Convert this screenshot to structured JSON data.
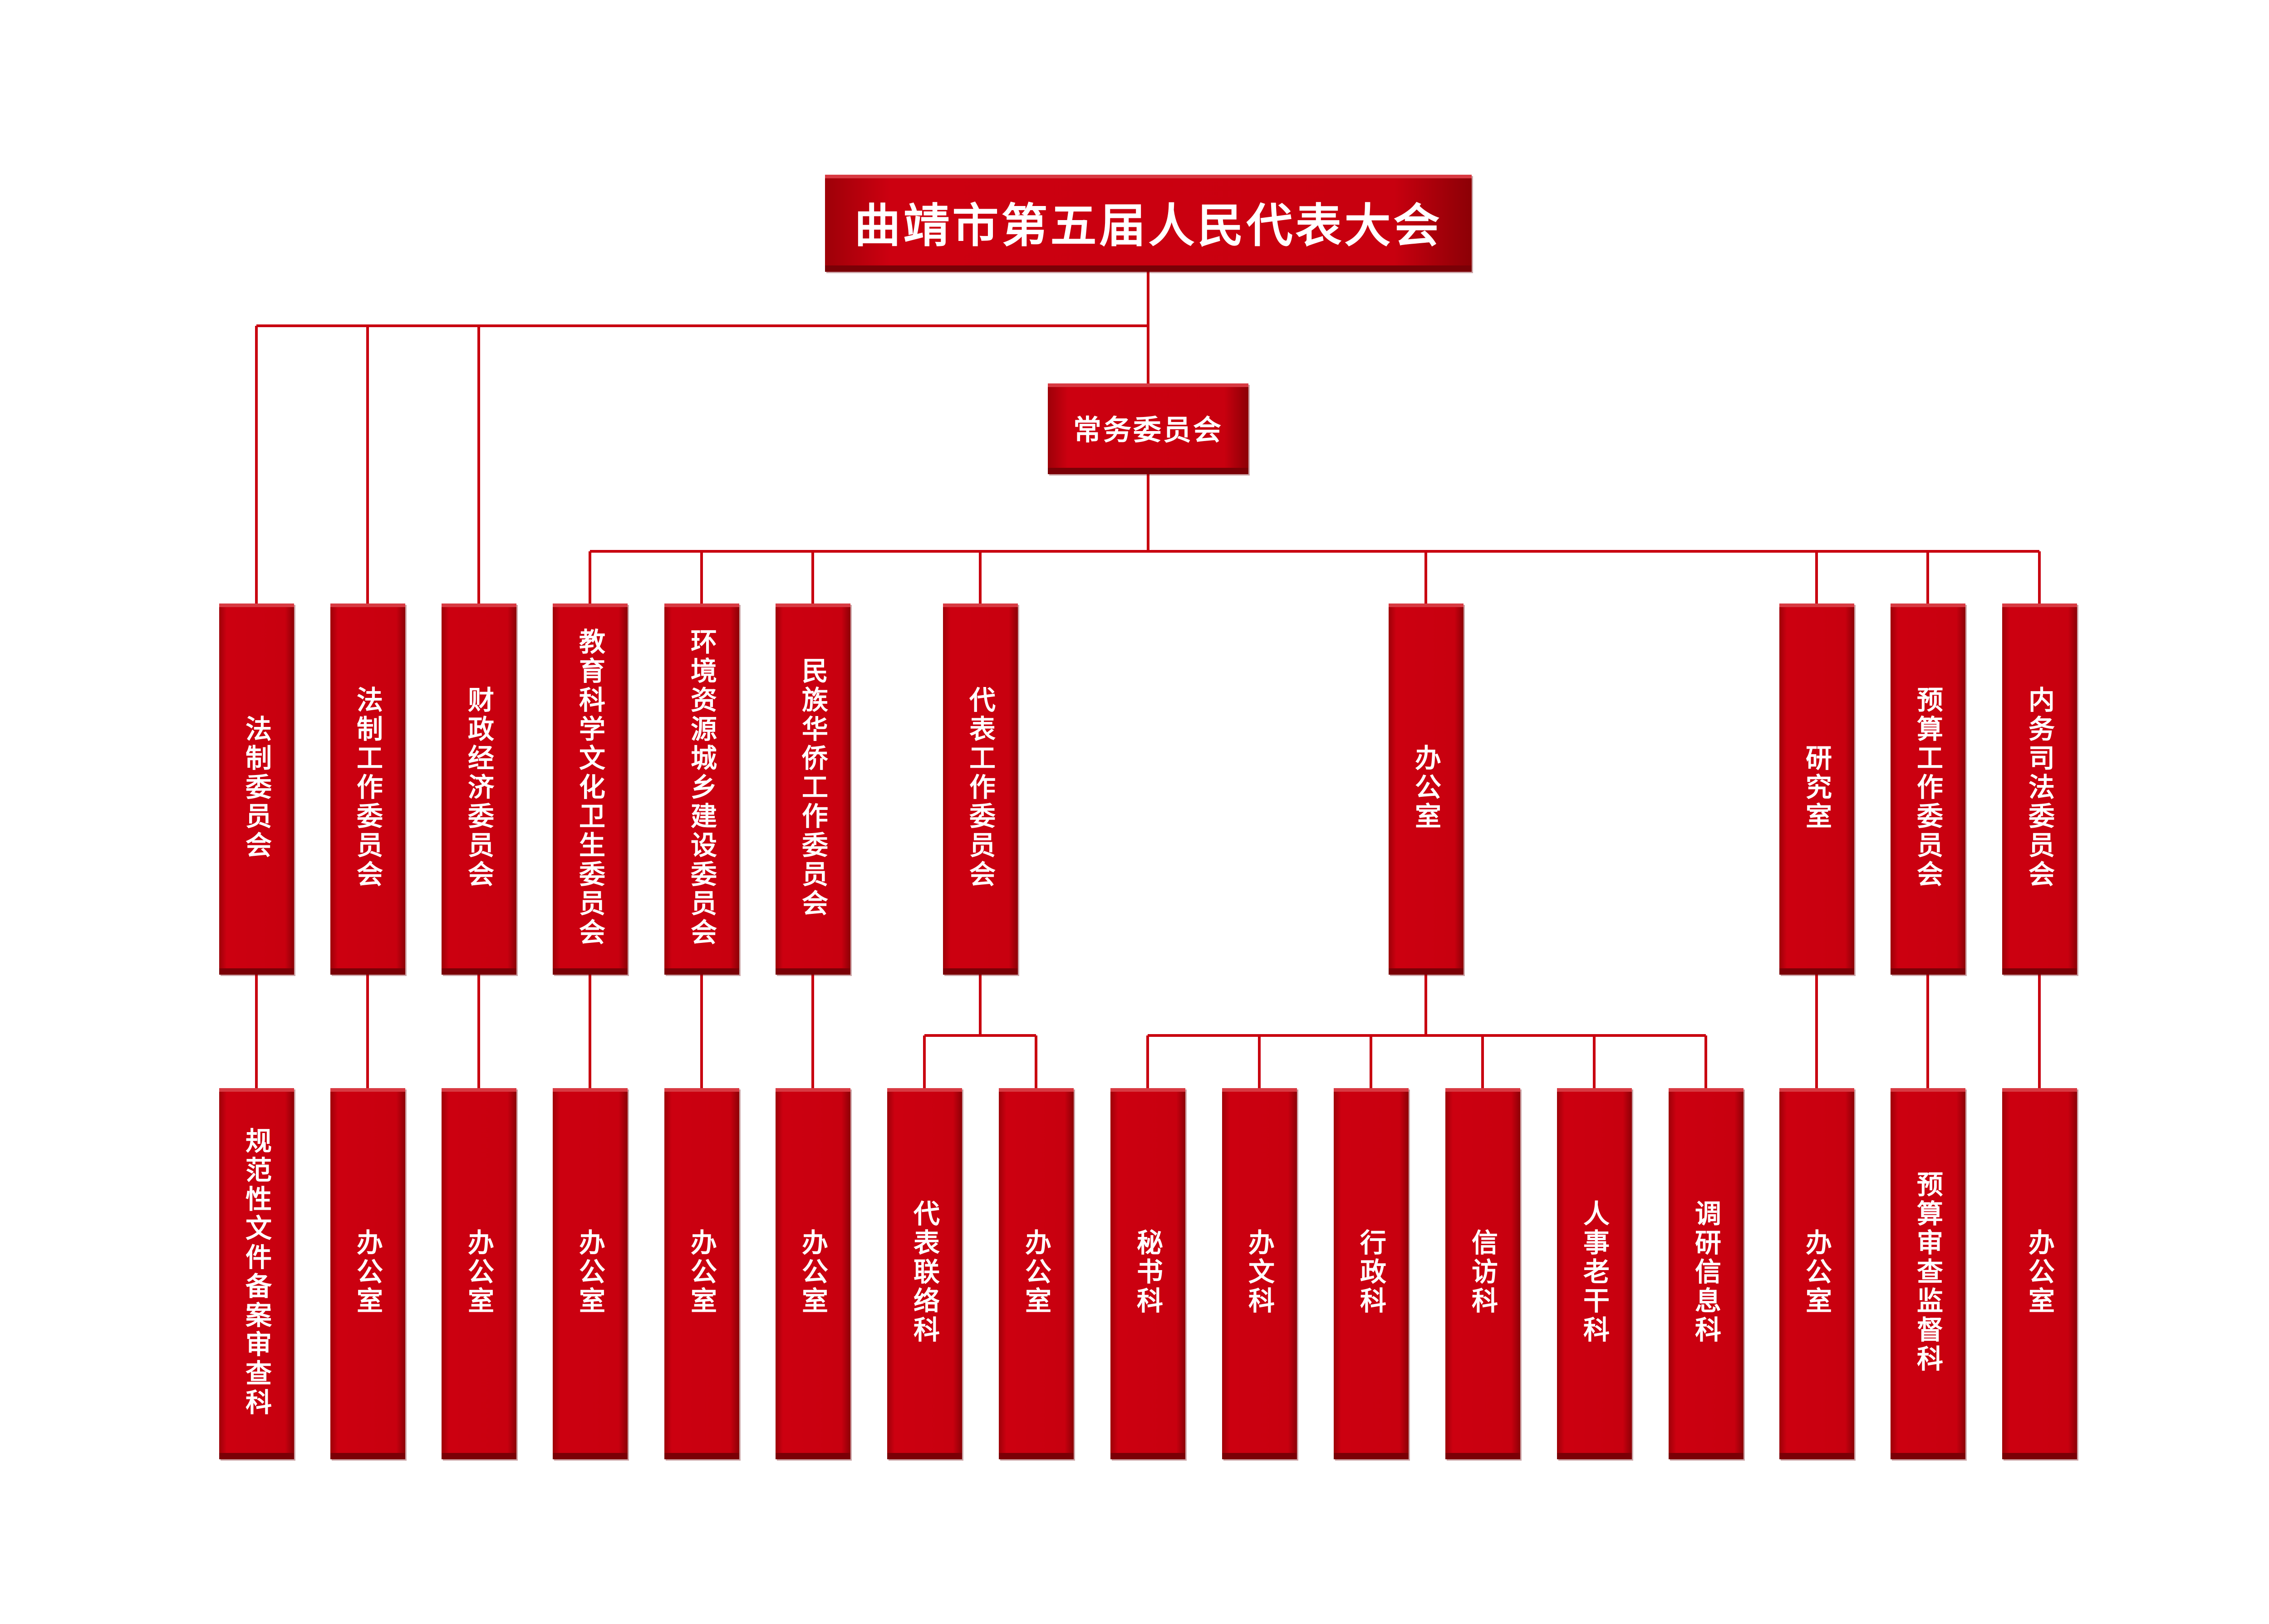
{
  "title": "曲靖市第五届人民代表大会",
  "standing_committee": "常务委员会",
  "level2": [
    {
      "id": "fazhi-weiyuanhui",
      "label": "法制委员会"
    },
    {
      "id": "fazhi-gongzuo",
      "label": "法制工作委员会"
    },
    {
      "id": "caizheng",
      "label": "财政经济委员会"
    },
    {
      "id": "jiaoyu",
      "label": "教育科学文化卫生委员会"
    },
    {
      "id": "huanjing",
      "label": "环境资源城乡建设委员会"
    },
    {
      "id": "minzu",
      "label": "民族华侨工作委员会"
    },
    {
      "id": "daibiao",
      "label": "代表工作委员会"
    },
    {
      "id": "bangongshi",
      "label": "办公室"
    },
    {
      "id": "yanjiushi",
      "label": "研究室"
    },
    {
      "id": "yusuan",
      "label": "预算工作委员会"
    },
    {
      "id": "neiwu",
      "label": "内务司法委员会"
    }
  ],
  "level3": [
    {
      "parent": "fazhi-weiyuanhui",
      "label": "规范性文件备案审查科"
    },
    {
      "parent": "fazhi-gongzuo",
      "label": "办公室"
    },
    {
      "parent": "caizheng",
      "label": "办公室"
    },
    {
      "parent": "jiaoyu",
      "label": "办公室"
    },
    {
      "parent": "huanjing",
      "label": "办公室"
    },
    {
      "parent": "minzu",
      "label": "办公室"
    },
    {
      "parent": "daibiao",
      "label": "代表联络科"
    },
    {
      "parent": "daibiao",
      "label": "办公室"
    },
    {
      "parent": "bangongshi",
      "label": "秘书科"
    },
    {
      "parent": "bangongshi",
      "label": "办文科"
    },
    {
      "parent": "bangongshi",
      "label": "行政科"
    },
    {
      "parent": "bangongshi",
      "label": "信访科"
    },
    {
      "parent": "bangongshi",
      "label": "人事老干科"
    },
    {
      "parent": "bangongshi",
      "label": "调研信息科"
    },
    {
      "parent": "yanjiushi",
      "label": "办公室"
    },
    {
      "parent": "yusuan",
      "label": "预算审查监督科"
    },
    {
      "parent": "neiwu",
      "label": "办公室"
    }
  ],
  "colors": {
    "box": "#c8000f",
    "line": "#c8000f",
    "text": "#ffffff"
  }
}
